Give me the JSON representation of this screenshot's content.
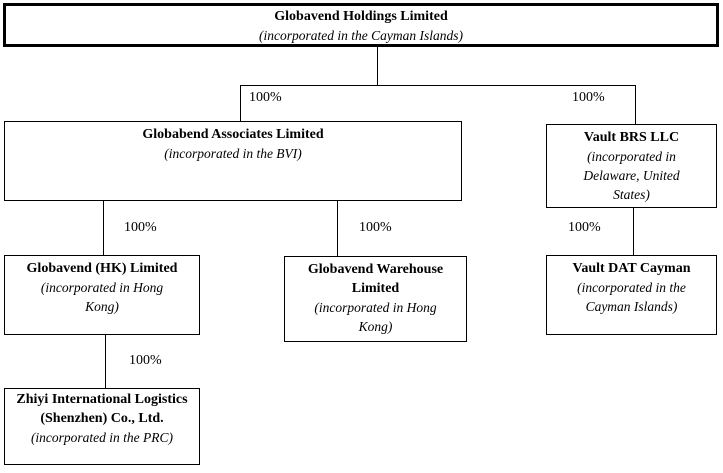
{
  "diagram": {
    "title": "Corporate structure chart",
    "colors": {
      "background": "#ffffff",
      "line": "#000000",
      "text": "#000000"
    },
    "nodes": [
      {
        "id": "holdings",
        "name": "Globavend Holdings Limited",
        "incorporation": "(incorporated in the Cayman Islands)"
      },
      {
        "id": "associates",
        "name": "Globabend Associates Limited",
        "incorporation": "(incorporated in the BVI)"
      },
      {
        "id": "vault-brs",
        "name": "Vault BRS LLC",
        "incorporation": "(incorporated in Delaware, United States)"
      },
      {
        "id": "globavend-hk",
        "name": "Globavend (HK) Limited",
        "incorporation": "(incorporated in Hong Kong)"
      },
      {
        "id": "warehouse",
        "name": "Globavend Warehouse Limited",
        "incorporation": "(incorporated in Hong Kong)"
      },
      {
        "id": "vault-dat",
        "name": "Vault DAT Cayman",
        "incorporation": "(incorporated in the Cayman Islands)"
      },
      {
        "id": "zhiyi",
        "name": "Zhiyi International Logistics (Shenzhen) Co., Ltd.",
        "incorporation": "(incorporated in the PRC)"
      }
    ],
    "edges": [
      {
        "from": "holdings",
        "to": "associates",
        "label": "100%"
      },
      {
        "from": "holdings",
        "to": "vault-brs",
        "label": "100%"
      },
      {
        "from": "associates",
        "to": "globavend-hk",
        "label": "100%"
      },
      {
        "from": "associates",
        "to": "warehouse",
        "label": "100%"
      },
      {
        "from": "vault-brs",
        "to": "vault-dat",
        "label": "100%"
      },
      {
        "from": "globavend-hk",
        "to": "zhiyi",
        "label": "100%"
      }
    ]
  }
}
